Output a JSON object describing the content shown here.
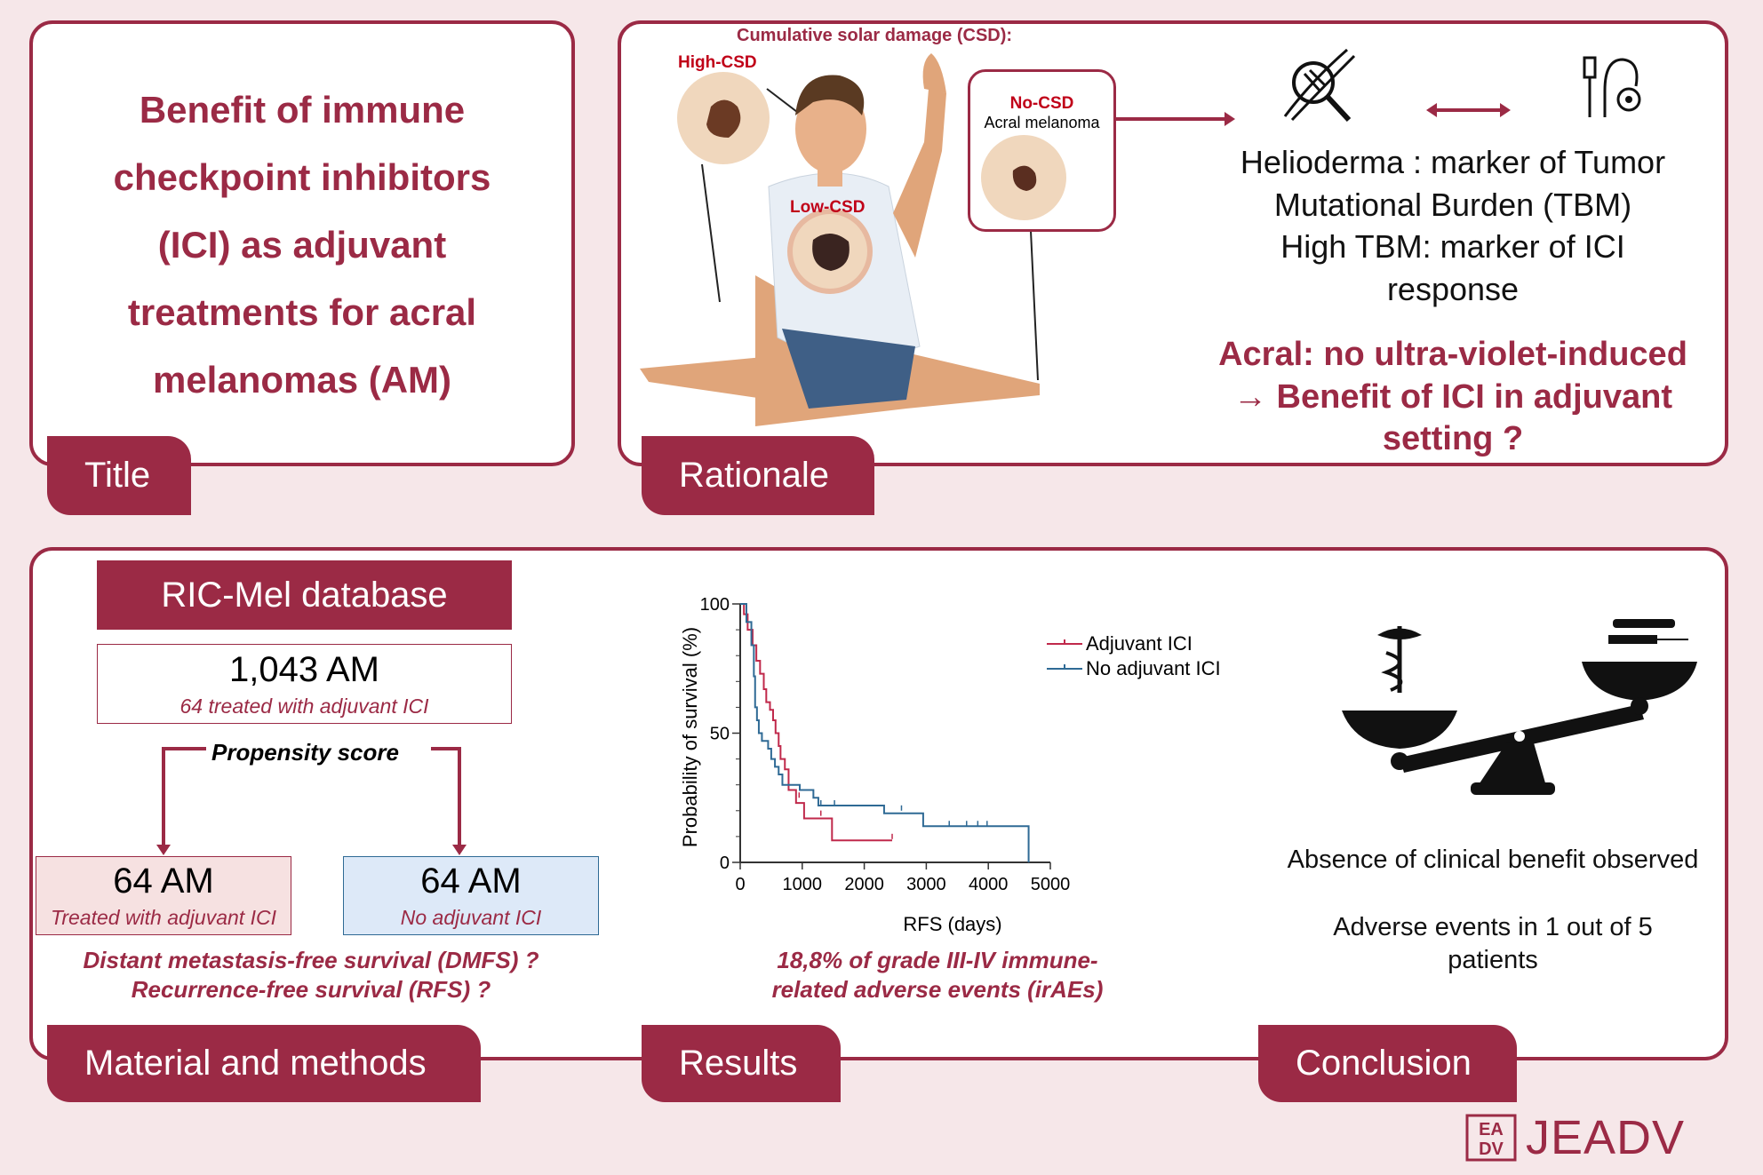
{
  "colors": {
    "accent": "#9b2a45",
    "background": "#f6e7e9",
    "adjuvant_series": "#c0294b",
    "no_adjuvant_series": "#2f6a95"
  },
  "title_panel": {
    "tab": "Title",
    "lines": [
      "Benefit of immune",
      "checkpoint inhibitors",
      "(ICI) as adjuvant",
      "treatments for acral",
      "melanomas (AM)"
    ]
  },
  "rationale": {
    "tab": "Rationale",
    "csd_heading": "Cumulative solar damage (CSD):",
    "high_csd": "High-CSD",
    "low_csd": "Low-CSD",
    "no_csd": "No-CSD",
    "acral": "Acral melanoma",
    "text_lines": [
      "Helioderma : marker of Tumor",
      "Mutational Burden (TBM)",
      "High TBM: marker of ICI",
      "response"
    ],
    "conclusion_lines": [
      "Acral: no ultra-violet-induced",
      "→ Benefit of ICI in adjuvant",
      "setting ?"
    ]
  },
  "methods": {
    "tab": "Material and methods",
    "database": "RIC-Mel database",
    "total": "1,043 AM",
    "total_sub": "64 treated with adjuvant ICI",
    "propensity": "Propensity score",
    "left_group": "64 AM",
    "left_sub": "Treated with adjuvant ICI",
    "right_group": "64 AM",
    "right_sub": "No adjuvant ICI",
    "questions": [
      "Distant metastasis-free survival (DMFS) ?",
      "Recurrence-free survival (RFS) ?"
    ]
  },
  "results": {
    "tab": "Results",
    "caption": [
      "18,8% of grade III-IV immune-",
      "related adverse events (irAEs)"
    ]
  },
  "chart_data": {
    "type": "line",
    "title": "",
    "xlabel": "RFS (days)",
    "ylabel": "Probability of survival (%)",
    "xlim": [
      0,
      5000
    ],
    "ylim": [
      0,
      100
    ],
    "xticks": [
      "0",
      "1000",
      "2000",
      "3000",
      "4000",
      "5000"
    ],
    "yticks": [
      "0",
      "50",
      "100"
    ],
    "legend_position": "top-right",
    "series": [
      {
        "name": "Adjuvant ICI",
        "color": "#c0294b",
        "steps": [
          [
            0,
            100
          ],
          [
            60,
            96
          ],
          [
            120,
            90
          ],
          [
            200,
            84
          ],
          [
            260,
            78
          ],
          [
            320,
            73
          ],
          [
            380,
            67
          ],
          [
            420,
            62
          ],
          [
            480,
            59
          ],
          [
            530,
            55
          ],
          [
            570,
            50
          ],
          [
            620,
            45
          ],
          [
            650,
            40
          ],
          [
            720,
            36
          ],
          [
            780,
            28
          ],
          [
            900,
            23
          ],
          [
            1030,
            17
          ],
          [
            1480,
            8.5
          ],
          [
            2450,
            8.5
          ]
        ],
        "censored": [
          [
            1300,
            18
          ],
          [
            950,
            25
          ],
          [
            2450,
            9
          ]
        ]
      },
      {
        "name": "No adjuvant ICI",
        "color": "#2f6a95",
        "steps": [
          [
            0,
            100
          ],
          [
            100,
            93
          ],
          [
            180,
            84
          ],
          [
            220,
            72
          ],
          [
            240,
            60
          ],
          [
            270,
            55
          ],
          [
            300,
            50
          ],
          [
            350,
            47
          ],
          [
            450,
            44
          ],
          [
            500,
            40
          ],
          [
            560,
            37
          ],
          [
            620,
            34
          ],
          [
            680,
            30
          ],
          [
            960,
            28
          ],
          [
            1180,
            25
          ],
          [
            1260,
            22
          ],
          [
            2320,
            19
          ],
          [
            2950,
            14
          ],
          [
            4650,
            14
          ],
          [
            4650,
            0
          ]
        ],
        "censored": [
          [
            1300,
            22
          ],
          [
            1520,
            22
          ],
          [
            2600,
            20
          ],
          [
            3370,
            14
          ],
          [
            3650,
            14
          ],
          [
            3830,
            14
          ],
          [
            3980,
            14
          ]
        ]
      }
    ]
  },
  "conclusion": {
    "tab": "Conclusion",
    "line1": "Absence of clinical benefit observed",
    "line2": [
      "Adverse events in 1 out of 5",
      "patients"
    ]
  },
  "logo": {
    "text": "JEADV",
    "mark": "EADV"
  }
}
